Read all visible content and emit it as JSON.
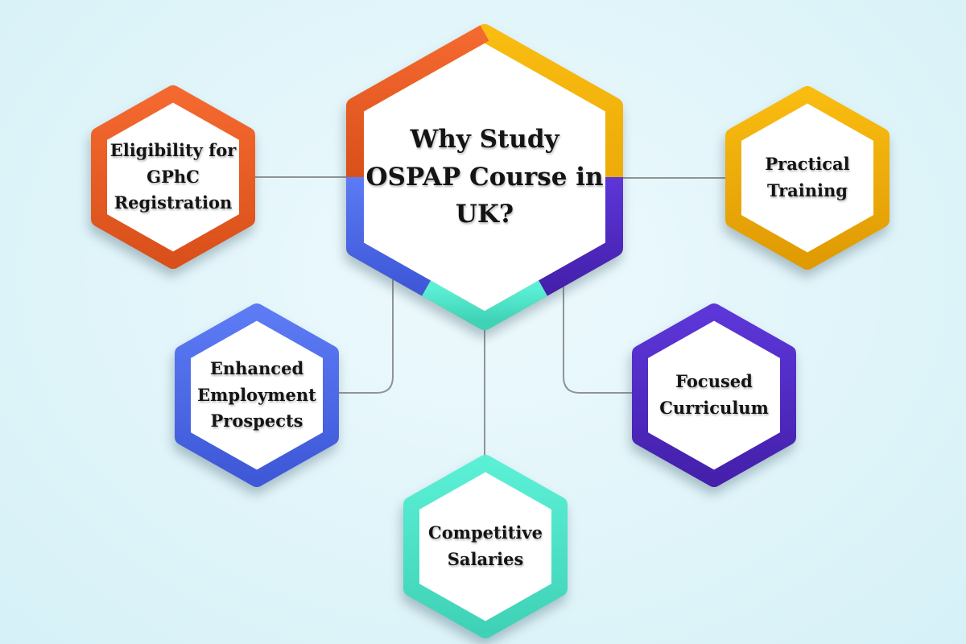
{
  "title": {
    "text": "Why Study\nOSPAP Course in\nUK?"
  },
  "nodes": [
    {
      "id": "eligibility-gphc-registration",
      "label": "Eligibility for\nGPhC\nRegistration",
      "color_name": "orange"
    },
    {
      "id": "practical-training",
      "label": "Practical\nTraining",
      "color_name": "yellow"
    },
    {
      "id": "enhanced-employment-prospects",
      "label": "Enhanced\nEmployment\nProspects",
      "color_name": "blue"
    },
    {
      "id": "focused-curriculum",
      "label": "Focused\nCurriculum",
      "color_name": "purple"
    },
    {
      "id": "competitive-salaries",
      "label": "Competitive\nSalaries",
      "color_name": "teal"
    }
  ],
  "colors": {
    "orange_light": "#F4692F",
    "orange_dark": "#D9501A",
    "yellow_light": "#F9BC10",
    "yellow_dark": "#E09B04",
    "blue_light": "#5C7BF4",
    "blue_dark": "#3E58D8",
    "purple_light": "#5D36D8",
    "purple_dark": "#4420AC",
    "teal_light": "#5BF0D6",
    "teal_dark": "#3FD2B6",
    "connector": "#8f9496",
    "background_edge": "#d5f1f7",
    "background_center": "#eefafd",
    "node_fill": "#ffffff",
    "text": "#141414"
  }
}
